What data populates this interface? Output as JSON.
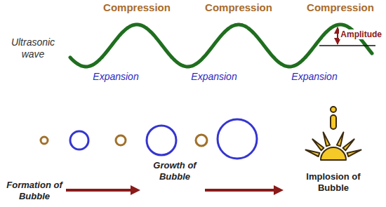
{
  "diagram": {
    "labels": [
      "Compression",
      "Compression",
      "Compression",
      "Ultrasonic wave",
      "Amplitude",
      "Expansion",
      "Expansion",
      "Expansion",
      "Formation of Bubble",
      "Growth of Bubble",
      "Implosion of Bubble"
    ]
  }
}
